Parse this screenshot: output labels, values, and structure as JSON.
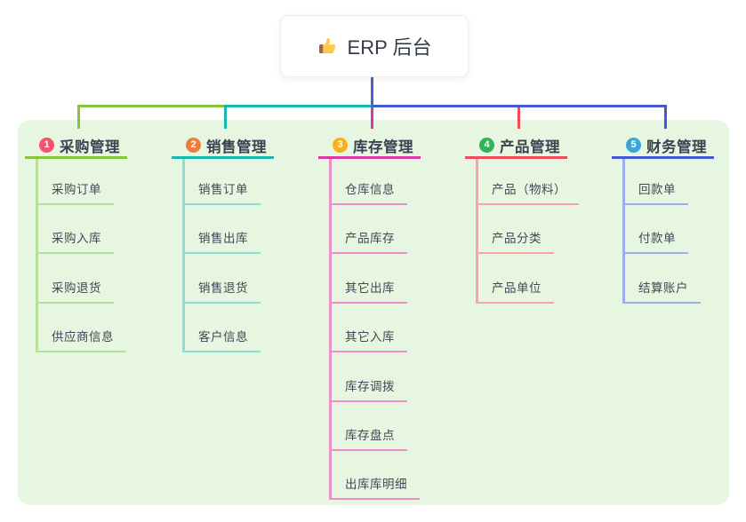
{
  "root": {
    "title": "ERP 后台",
    "icon": "thumbs-up-icon",
    "stem_color": "#4c5fd5"
  },
  "panel": {
    "bg_color": "#e7f6e0"
  },
  "branches": [
    {
      "number": "1",
      "label": "采购管理",
      "badge_color": "#f2556a",
      "line_color": "#88c43e",
      "light_color": "#b5e09a",
      "children": [
        "采购订单",
        "采购入库",
        "采购退货",
        "供应商信息"
      ]
    },
    {
      "number": "2",
      "label": "销售管理",
      "badge_color": "#f07c3c",
      "line_color": "#16b9ad",
      "light_color": "#8edcd2",
      "children": [
        "销售订单",
        "销售出库",
        "销售退货",
        "客户信息"
      ]
    },
    {
      "number": "3",
      "label": "库存管理",
      "badge_color": "#f9b01e",
      "line_color": "#d939a4",
      "light_color": "#ef8fca",
      "children": [
        "仓库信息",
        "产品库存",
        "其它出库",
        "其它入库",
        "库存调拨",
        "库存盘点",
        "出库库明细"
      ]
    },
    {
      "number": "4",
      "label": "产品管理",
      "badge_color": "#30b45a",
      "line_color": "#f04b59",
      "light_color": "#f7a3a9",
      "children": [
        "产品（物料）",
        "产品分类",
        "产品单位"
      ]
    },
    {
      "number": "5",
      "label": "财务管理",
      "badge_color": "#3aa6de",
      "line_color": "#4459cf",
      "light_color": "#9cadea",
      "children": [
        "回款单",
        "付款单",
        "结算账户"
      ]
    }
  ]
}
